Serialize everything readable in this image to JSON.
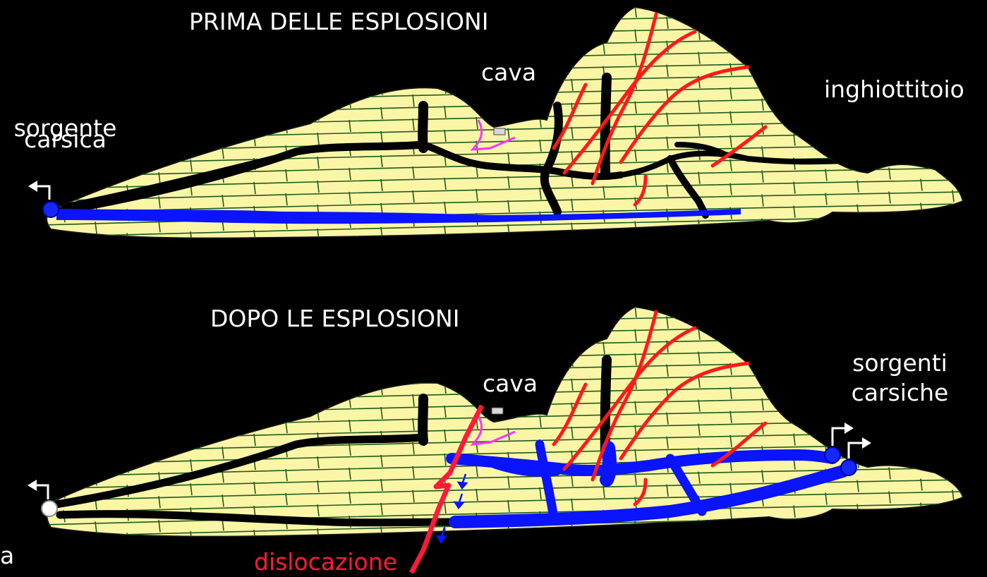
{
  "top_panel": {
    "title": "PRIMA DELLE ESPLOSIONI",
    "quarry_label": "cava",
    "sinkhole_label": "inghiottitoio",
    "spring_label_line1": "sorgente",
    "spring_label_line2": "carsica"
  },
  "bottom_panel": {
    "title": "DOPO LE ESPLOSIONI",
    "quarry_label": "cava",
    "springs_label_line1": "sorgenti",
    "springs_label_line2": "carsiche",
    "fault_label": "dislocazione",
    "cut_off_label": "a"
  },
  "colors": {
    "background": "#000000",
    "limestone": "#fbf6a6",
    "bedding_lines": "#1e5a1e",
    "karst_conduits": "#000000",
    "groundwater": "#0a14ff",
    "fractures": "#ff1a1a",
    "quarry_cone": "#ff33ff",
    "dislocation": "#ff1a3a",
    "text": "#ffffff"
  }
}
